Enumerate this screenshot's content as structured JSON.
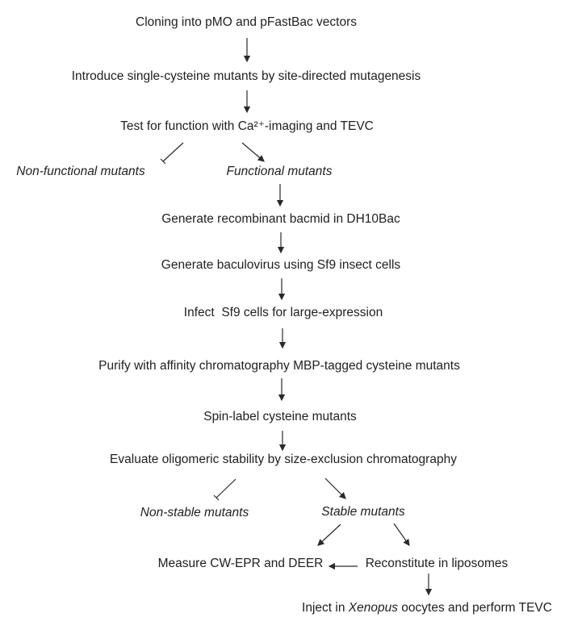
{
  "page": {
    "background": "#ffffff",
    "text_color": "#212121",
    "line_color": "#2a2a2a"
  },
  "flowchart": {
    "steps": {
      "cloning": "Cloning into pMO and pFastBac vectors",
      "mutagenesis": "Introduce single-cysteine mutants by site-directed mutagenesis",
      "test_function": "Test for function with Ca²⁺-imaging and TEVC",
      "non_functional": "Non-functional mutants",
      "functional": "Functional mutants",
      "bacmid": "Generate recombinant bacmid in DH10Bac",
      "baculovirus": "Generate baculovirus using Sf9 insect cells",
      "infect": "Infect  Sf9 cells for large-expression",
      "purify": "Purify with affinity chromatography MBP-tagged cysteine mutants",
      "spin_label": "Spin-label cysteine mutants",
      "evaluate": "Evaluate oligomeric stability by size-exclusion chromatography",
      "non_stable": "Non-stable mutants",
      "stable": "Stable mutants",
      "measure": "Measure CW-EPR and DEER",
      "reconstitute": "Reconstitute in liposomes",
      "inject": {
        "prefix": "Inject in ",
        "italic": "Xenopus",
        "suffix": " oocytes and perform TEVC"
      }
    },
    "edges": [
      {
        "from": "cloning",
        "to": "mutagenesis",
        "style": "arrow"
      },
      {
        "from": "mutagenesis",
        "to": "test_function",
        "style": "arrow"
      },
      {
        "from": "test_function",
        "to": "non_functional",
        "style": "blocked"
      },
      {
        "from": "test_function",
        "to": "functional",
        "style": "arrow"
      },
      {
        "from": "functional",
        "to": "bacmid",
        "style": "arrow"
      },
      {
        "from": "bacmid",
        "to": "baculovirus",
        "style": "arrow"
      },
      {
        "from": "baculovirus",
        "to": "infect",
        "style": "arrow"
      },
      {
        "from": "infect",
        "to": "purify",
        "style": "arrow"
      },
      {
        "from": "purify",
        "to": "spin_label",
        "style": "arrow"
      },
      {
        "from": "spin_label",
        "to": "evaluate",
        "style": "arrow"
      },
      {
        "from": "evaluate",
        "to": "non_stable",
        "style": "blocked"
      },
      {
        "from": "evaluate",
        "to": "stable",
        "style": "arrow"
      },
      {
        "from": "stable",
        "to": "measure",
        "style": "arrow"
      },
      {
        "from": "stable",
        "to": "reconstitute",
        "style": "arrow"
      },
      {
        "from": "reconstitute",
        "to": "measure",
        "style": "arrow"
      },
      {
        "from": "reconstitute",
        "to": "inject",
        "style": "arrow"
      }
    ]
  }
}
